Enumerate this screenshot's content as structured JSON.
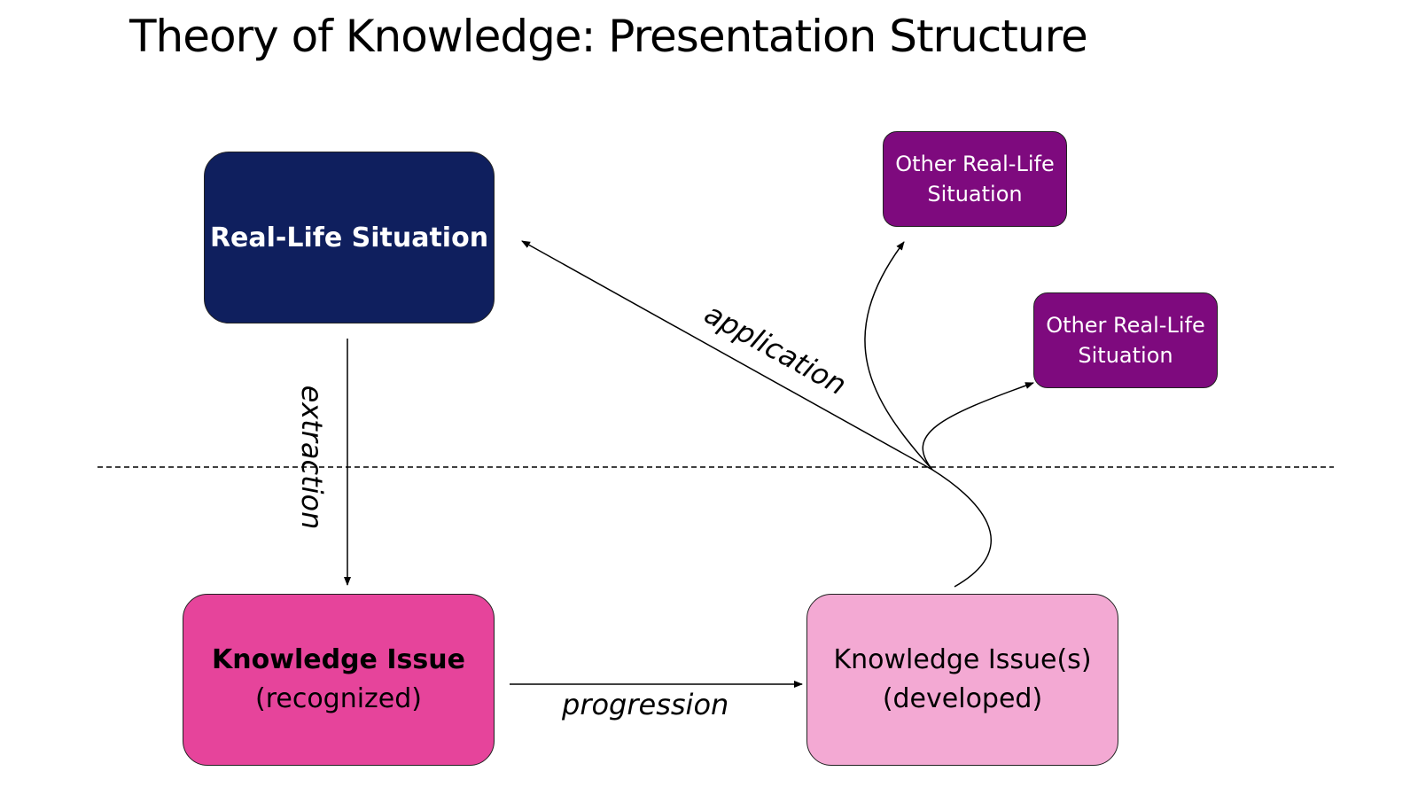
{
  "title": "Theory of Knowledge: Presentation Structure",
  "nodes": {
    "real_life_situation": "Real-Life Situation",
    "knowledge_issue": {
      "line1": "Knowledge Issue",
      "line2": "(recognized)"
    },
    "knowledge_issues_developed": {
      "line1": "Knowledge Issue(s)",
      "line2": "(developed)"
    },
    "other_situation_1": {
      "line1": "Other Real-Life",
      "line2": "Situation"
    },
    "other_situation_2": {
      "line1": "Other Real-Life",
      "line2": "Situation"
    }
  },
  "edges": {
    "extraction": "extraction",
    "application": "application",
    "progression": "progression"
  },
  "colors": {
    "real_life_situation": "#0f1f5e",
    "knowledge_issue": "#e6449b",
    "knowledge_issues_developed": "#f3a9d3",
    "other_situation": "#7e0a7e"
  }
}
